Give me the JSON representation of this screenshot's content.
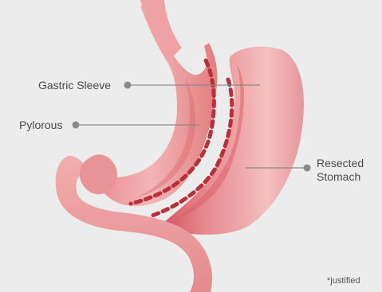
{
  "labels": {
    "gastric_sleeve": "Gastric Sleeve",
    "pylorous": "Pylorous",
    "resected_line1": "Resected",
    "resected_line2": "Stomach"
  },
  "footnote": "*justified",
  "colors": {
    "background": "#ececec",
    "tissue_light": "#f1a6a6",
    "tissue_mid": "#e27e80",
    "tissue_dark": "#c0404a",
    "staple_line": "#b8303c",
    "leader_line": "#8a8a8a",
    "leader_dot": "#8a8a8a",
    "label_text": "#4a4a4a"
  }
}
